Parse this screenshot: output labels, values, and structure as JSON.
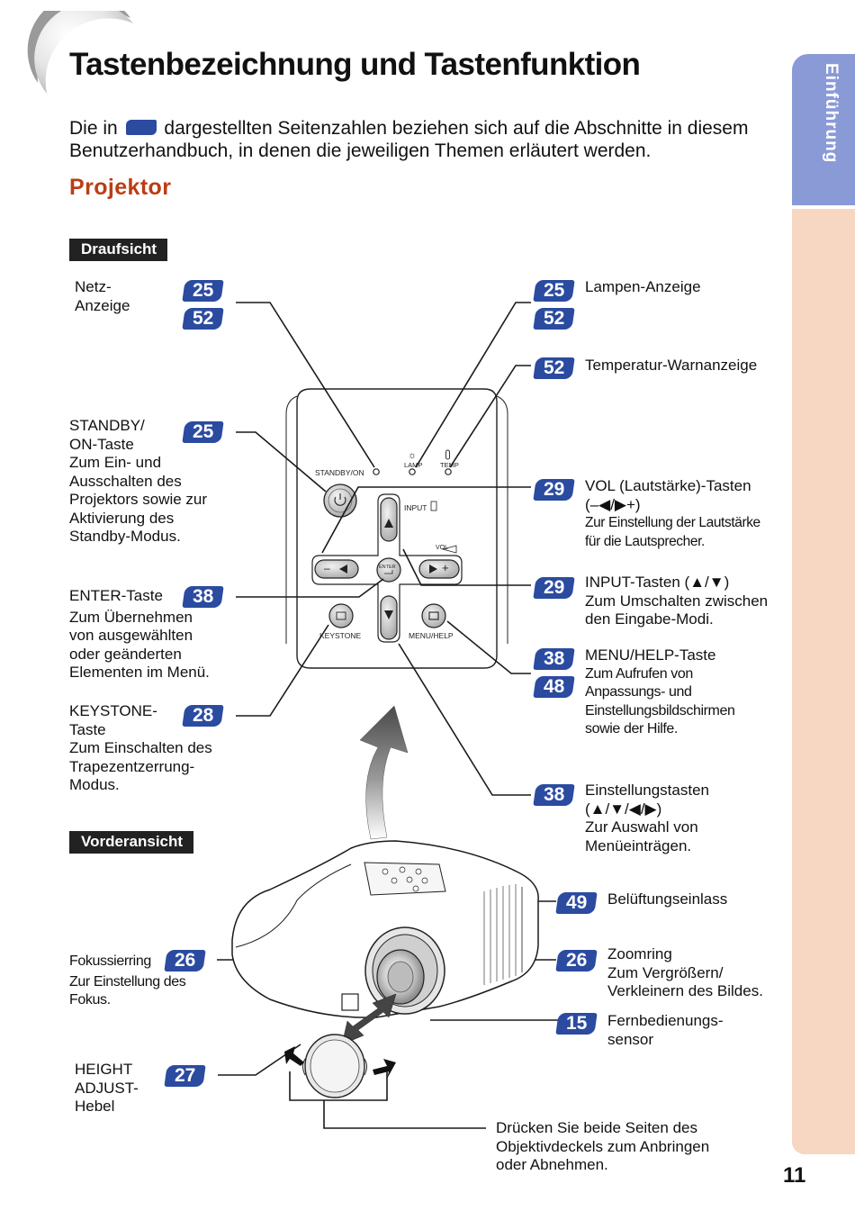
{
  "title": "Tastenbezeichnung und Tastenfunktion",
  "intro": {
    "before": "Die in",
    "after": "dargestellten Seitenzahlen beziehen sich auf die Abschnitte in diesem Benutzerhandbuch, in denen die jeweiligen Themen erläutert werden."
  },
  "tab": "Einführung",
  "section": "Projektor",
  "boxes": {
    "top": "Draufsicht",
    "front": "Vorderansicht"
  },
  "panel": {
    "standby": "STANDBY/ON",
    "lamp": "LAMP",
    "temp": "TEMP",
    "input": "INPUT",
    "vol": "VOL",
    "enter": "ENTER",
    "keystone": "KEYSTONE",
    "menu": "MENU/HELP",
    "minus": "–",
    "plus": "+"
  },
  "left": {
    "netz": {
      "line1": "Netz-",
      "line2": "Anzeige",
      "pages": [
        "25",
        "52"
      ]
    },
    "standby": {
      "line1": "STANDBY/",
      "line2": "ON-Taste",
      "desc": [
        "Zum Ein- und",
        "Ausschalten des",
        "Projektors sowie zur",
        "Aktivierung des",
        "Standby-Modus."
      ],
      "pages": [
        "25"
      ]
    },
    "enter": {
      "line1": "ENTER-Taste",
      "desc": [
        "Zum Übernehmen",
        "von ausgewählten",
        "oder geänderten",
        "Elementen im Menü."
      ],
      "pages": [
        "38"
      ]
    },
    "keystone": {
      "line1": "KEYSTONE-",
      "line2": "Taste",
      "desc": [
        "Zum Einschalten des",
        "Trapezentzerrung-",
        "Modus."
      ],
      "pages": [
        "28"
      ]
    },
    "fokus": {
      "line1": "Fokussierring",
      "desc": [
        "Zur Einstellung des",
        "Fokus."
      ],
      "pages": [
        "26"
      ]
    },
    "height": {
      "line1": "HEIGHT",
      "line2": "ADJUST-",
      "line3": "Hebel",
      "pages": [
        "27"
      ]
    }
  },
  "right": {
    "lampe": {
      "line1": "Lampen-Anzeige",
      "pages": [
        "25",
        "52"
      ]
    },
    "temp": {
      "line1": "Temperatur-Warnanzeige",
      "pages": [
        "52"
      ]
    },
    "vol": {
      "line1": "VOL (Lautstärke)-Tasten",
      "line2": "(–◀/▶+)",
      "desc": [
        "Zur Einstellung der Lautstärke",
        "für die Lautsprecher."
      ],
      "pages": [
        "29"
      ]
    },
    "input": {
      "line1": "INPUT-Tasten (▲/▼)",
      "desc": [
        "Zum Umschalten zwischen",
        "den Eingabe-Modi."
      ],
      "pages": [
        "29"
      ]
    },
    "menu": {
      "line1": "MENU/HELP-Taste",
      "desc": [
        "Zum Aufrufen von",
        "Anpassungs- und",
        "Einstellungsbildschirmen",
        "sowie der Hilfe."
      ],
      "pages": [
        "38",
        "48"
      ]
    },
    "einst": {
      "line1": "Einstellungstasten",
      "line2": "(▲/▼/◀/▶)",
      "desc": [
        "Zur Auswahl von",
        "Menüeinträgen."
      ],
      "pages": [
        "38"
      ]
    },
    "belueft": {
      "line1": "Belüftungseinlass",
      "pages": [
        "49"
      ]
    },
    "zoom": {
      "line1": "Zoomring",
      "desc": [
        "Zum Vergrößern/",
        "Verkleinern des Bildes."
      ],
      "pages": [
        "26"
      ]
    },
    "fern": {
      "line1": "Fernbedienungs-",
      "line2": "sensor",
      "pages": [
        "15"
      ]
    }
  },
  "cap_note": [
    "Drücken Sie beide Seiten des",
    "Objektivdeckels zum Anbringen",
    "oder Abnehmen."
  ],
  "page_number": "11"
}
